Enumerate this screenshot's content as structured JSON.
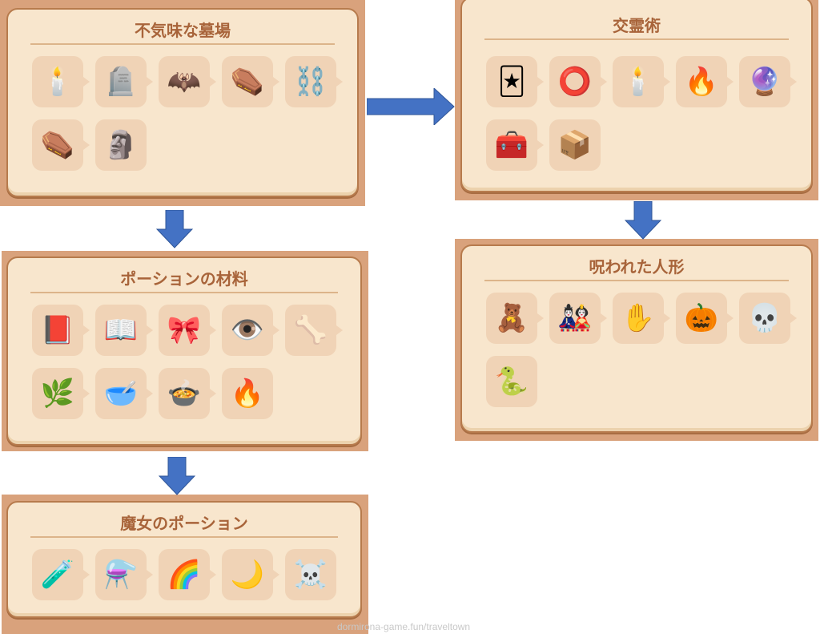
{
  "panels": [
    {
      "id": "graveyard",
      "title": "不気味な墓場",
      "items": [
        "🕯️",
        "🪦",
        "🦇",
        "⚰️",
        "⛓️",
        "⚰️",
        "🗿"
      ]
    },
    {
      "id": "necromancy",
      "title": "交霊術",
      "items": [
        "🃏",
        "⭕",
        "🕯️",
        "🔥",
        "🔮",
        "🧰",
        "📦"
      ]
    },
    {
      "id": "potion-ingredients",
      "title": "ポーションの材料",
      "items": [
        "📕",
        "📖",
        "🎀",
        "👁️",
        "🦴",
        "🌿",
        "🥣",
        "🍲",
        "🔥"
      ]
    },
    {
      "id": "witch-potions",
      "title": "魔女のポーション",
      "items": [
        "🧪",
        "⚗️",
        "🌈",
        "🌙",
        "☠️"
      ]
    },
    {
      "id": "cursed-dolls",
      "title": "呪われた人形",
      "items": [
        "🧸",
        "🎎",
        "✋",
        "🎃",
        "💀",
        "🐍"
      ]
    }
  ],
  "colors": {
    "arrow": "#4472c4",
    "panel_bg": "#d9a27c",
    "card_bg": "#f8e6cd",
    "title": "#a8643a"
  },
  "watermark": "dormirona-game.fun/traveltown"
}
